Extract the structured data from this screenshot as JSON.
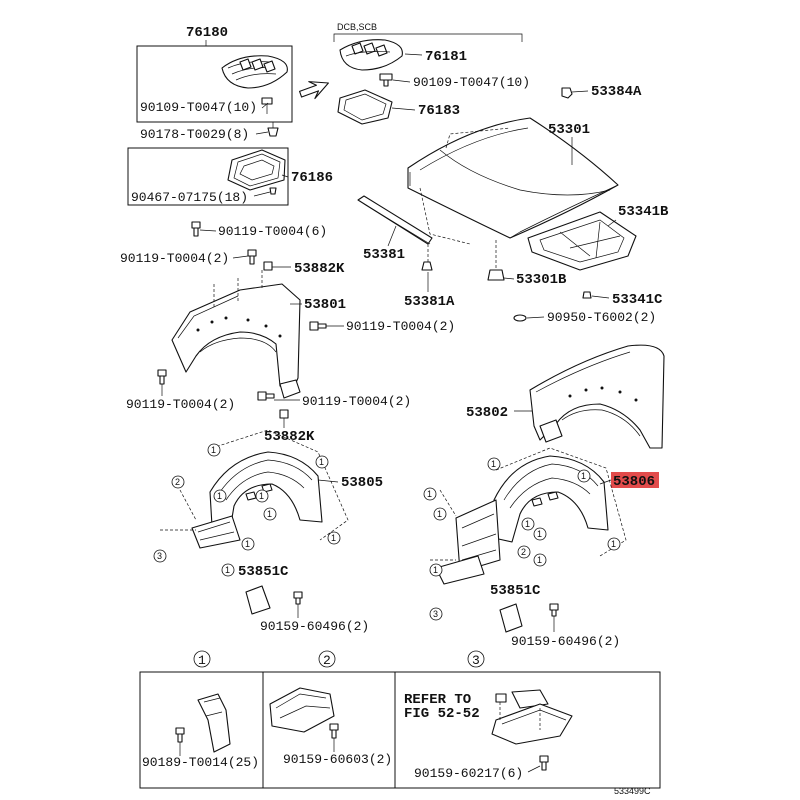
{
  "labels": {
    "p76180": "76180",
    "p76181": "76181",
    "p90109_a": "90109-T0047(10)",
    "p90109_b": "90109-T0047(10)",
    "p76183": "76183",
    "p90178": "90178-T0029(8)",
    "p76186": "76186",
    "p90467": "90467-07175(18)",
    "p53384A": "53384A",
    "p53301": "53301",
    "p53341B": "53341B",
    "p53381": "53381",
    "p53381A": "53381A",
    "p53301B": "53301B",
    "p53341C": "53341C",
    "p90950": "90950-T6002(2)",
    "p90119_a": "90119-T0004(6)",
    "p90119_b": "90119-T0004(2)",
    "p53882K_a": "53882K",
    "p53801": "53801",
    "p90119_c": "90119-T0004(2)",
    "p90119_d": "90119-T0004(2)",
    "p90119_e": "90119-T0004(2)",
    "p53882K_b": "53882K",
    "p53802": "53802",
    "p53805": "53805",
    "p53806": "53806",
    "p53851C_a": "53851C",
    "p53851C_b": "53851C",
    "p90159_a": "90159-60496(2)",
    "p90159_b": "90159-60496(2)",
    "dcb": "DCB,SCB",
    "box1_part": "90189-T0014(25)",
    "box2_part": "90159-60603(2)",
    "box3_part": "90159-60217(6)",
    "refer1": "REFER TO",
    "refer2": "FIG 52-52",
    "diagram_code": "533499C"
  },
  "callouts": {
    "c1": "1",
    "c2": "2",
    "c3": "3"
  },
  "highlight": {
    "part": "53806",
    "color": "#e24b4b"
  }
}
